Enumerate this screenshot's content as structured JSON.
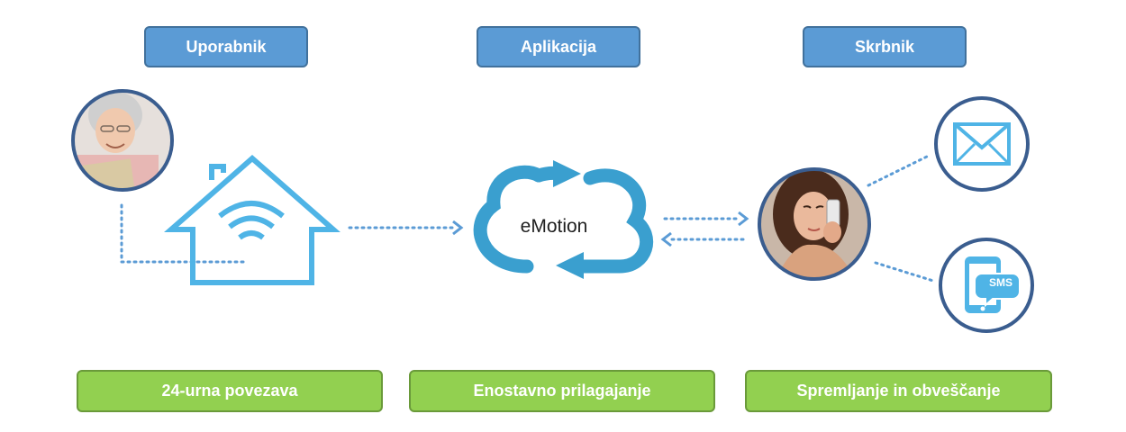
{
  "headers": {
    "user": "Uporabnik",
    "app": "Aplikacija",
    "guardian": "Skrbnik"
  },
  "cloud": {
    "label": "eMotion"
  },
  "icons": {
    "sms": "SMS",
    "house": "house-wifi-icon",
    "cloud": "cloud-sync-icon",
    "mail": "envelope-icon",
    "phone": "smartphone-sms-icon"
  },
  "footers": {
    "connection": "24-urna povezava",
    "setup": "Enostavno prilagajanje",
    "monitoring": "Spremljanje in obveščanje"
  },
  "colors": {
    "header_fill": "#5b9bd5",
    "footer_fill": "#92d050",
    "icon_blue": "#4fb4e6",
    "circle_border": "#3a5d8f",
    "dotted_line": "#5b9bd5"
  }
}
